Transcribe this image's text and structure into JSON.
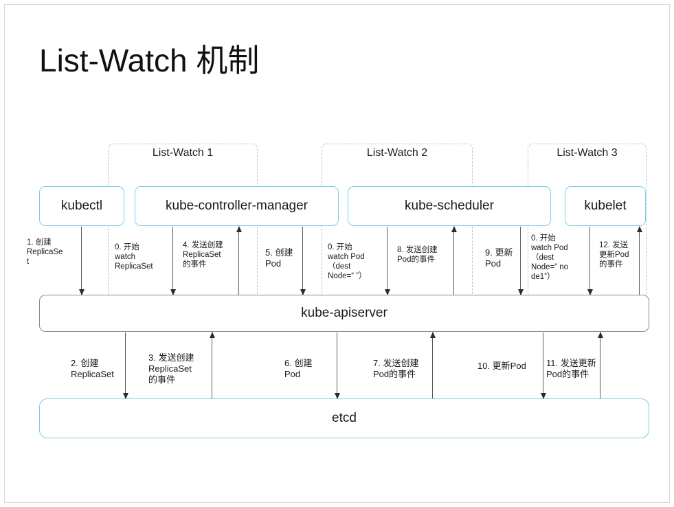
{
  "slide": {
    "title": "List-Watch 机制",
    "background": "#ffffff",
    "frame_color": "#d9d9d9"
  },
  "colors": {
    "component_border": "#7ecbe8",
    "group_border": "#a9c6e8",
    "apiserver_border": "#8a8a8a",
    "arrow": "#5a5a5a",
    "text": "#1a1a1a"
  },
  "groups": [
    {
      "label": "List-Watch 1"
    },
    {
      "label": "List-Watch 2"
    },
    {
      "label": "List-Watch 3"
    }
  ],
  "components": [
    {
      "label": "kubectl"
    },
    {
      "label": "kube-controller-manager"
    },
    {
      "label": "kube-scheduler"
    },
    {
      "label": "kubelet"
    }
  ],
  "apiserver": {
    "label": "kube-apiserver"
  },
  "etcd": {
    "label": "etcd"
  },
  "flows_top": [
    {
      "step": "1",
      "label": "1. 创建\nReplicaSe\nt",
      "direction": "down"
    },
    {
      "step": "0a",
      "label": "0. 开始\nwatch\nReplicaSet",
      "direction": "down"
    },
    {
      "step": "4",
      "label": "4. 发送创建\nReplicaSet\n的事件",
      "direction": "up"
    },
    {
      "step": "5",
      "label": "5. 创建\nPod",
      "direction": "down"
    },
    {
      "step": "0b",
      "label": "0. 开始\nwatch Pod\n（dest\nNode=“ ”）",
      "direction": "down"
    },
    {
      "step": "8",
      "label": "8. 发送创建\nPod的事件",
      "direction": "up"
    },
    {
      "step": "9",
      "label": "9. 更新\nPod",
      "direction": "down"
    },
    {
      "step": "0c",
      "label": "0. 开始\nwatch Pod\n（dest\nNode=“ no\nde1”）",
      "direction": "down"
    },
    {
      "step": "12",
      "label": "12. 发送\n更新Pod\n的事件",
      "direction": "up"
    }
  ],
  "flows_bottom": [
    {
      "step": "2",
      "label": "2. 创建\nReplicaSet",
      "direction": "down"
    },
    {
      "step": "3",
      "label": "3. 发送创建\nReplicaSet\n的事件",
      "direction": "up"
    },
    {
      "step": "6",
      "label": "6. 创建\nPod",
      "direction": "down"
    },
    {
      "step": "7",
      "label": "7. 发送创建\nPod的事件",
      "direction": "up"
    },
    {
      "step": "10",
      "label": "10. 更新Pod",
      "direction": "down"
    },
    {
      "step": "11",
      "label": "11. 发送更新\nPod的事件",
      "direction": "up"
    }
  ]
}
